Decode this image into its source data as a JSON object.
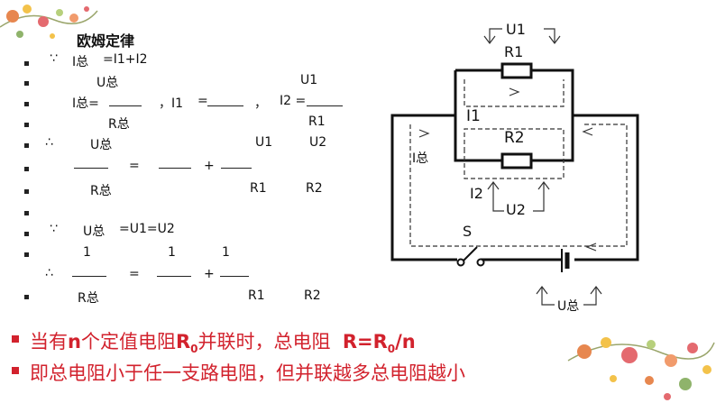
{
  "title": "欧姆定律",
  "lines": {
    "because1": "∵",
    "i_total_eq": "I总",
    "i_total_rhs": "=I1+I2",
    "num_u_total": "U总",
    "i_total_lhs": "I总=",
    "comma_i1": "，I1",
    "eq_i1": "=",
    "comma2": "，",
    "i2_eq": "I2 =",
    "num_u1": "U1",
    "den_r_total": "R总",
    "den_r1": "R1",
    "therefore1": "∴",
    "u_total_num": "U总",
    "u1_num": "U1",
    "u2_num": "U2",
    "eq_sign1": "=",
    "plus_sign1": "+",
    "r_total_den": "R总",
    "r1_den": "R1",
    "r2_den": "R2",
    "because2": "∵",
    "u_total_line": "U总",
    "u_total_rhs": "=U1=U2",
    "one_a": "1",
    "one_b": "1",
    "one_c": "1",
    "therefore2": "∴",
    "eq_sign2": "=",
    "plus_sign2": "+",
    "r_total_den2": "R总",
    "r1_den2": "R1",
    "r2_den2": "R2",
    "u2_num_top": "U1"
  },
  "circuit": {
    "u1": "U1",
    "r1": "R1",
    "i1": "I1",
    "r2": "R2",
    "i_total": "I总",
    "i2": "I2",
    "u2": "U2",
    "s": "S",
    "u_total": "U总"
  },
  "conclusion": {
    "line1_a": "当有",
    "line1_n": "n",
    "line1_b": "个定值电阻",
    "line1_r": "R",
    "line1_sub": "0",
    "line1_c": "并联时，总电阻",
    "line1_formula_a": "R=R",
    "line1_formula_sub": "0",
    "line1_formula_b": "/n",
    "line2": "即总电阻小于任一支路电阻，但并联越多总电阻越小"
  },
  "colors": {
    "accent": "#d2222d",
    "text": "#111111"
  }
}
